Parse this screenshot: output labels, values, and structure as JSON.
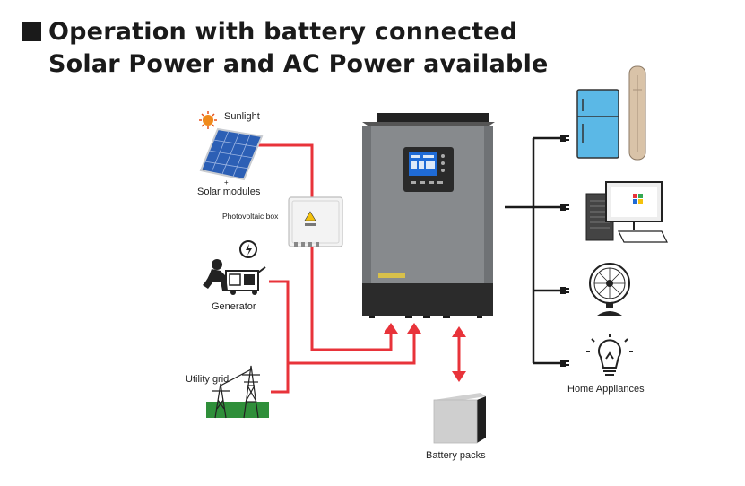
{
  "title": {
    "line1": "Operation with battery connected",
    "line2": "Solar Power and AC Power available"
  },
  "labels": {
    "sunlight": "Sunlight",
    "solar_modules": "Solar modules",
    "photovoltaic_box": "Photovoltaic box",
    "generator": "Generator",
    "utility_grid": "Utility grid",
    "battery_packs": "Battery packs",
    "home_appliances": "Home Appliances"
  },
  "colors": {
    "power_line": "#e8333a",
    "load_line": "#1a1a1a",
    "inverter_body": "#8a8d90",
    "inverter_base": "#2b2b2b",
    "screen": "#1f6bd6"
  },
  "icons": [
    "sun-icon",
    "solar-panel-icon",
    "junction-box-icon",
    "generator-icon",
    "transmission-tower-icon",
    "inverter-icon",
    "battery-pack-icon",
    "refrigerator-icon",
    "computer-icon",
    "fan-icon",
    "light-bulb-icon"
  ]
}
